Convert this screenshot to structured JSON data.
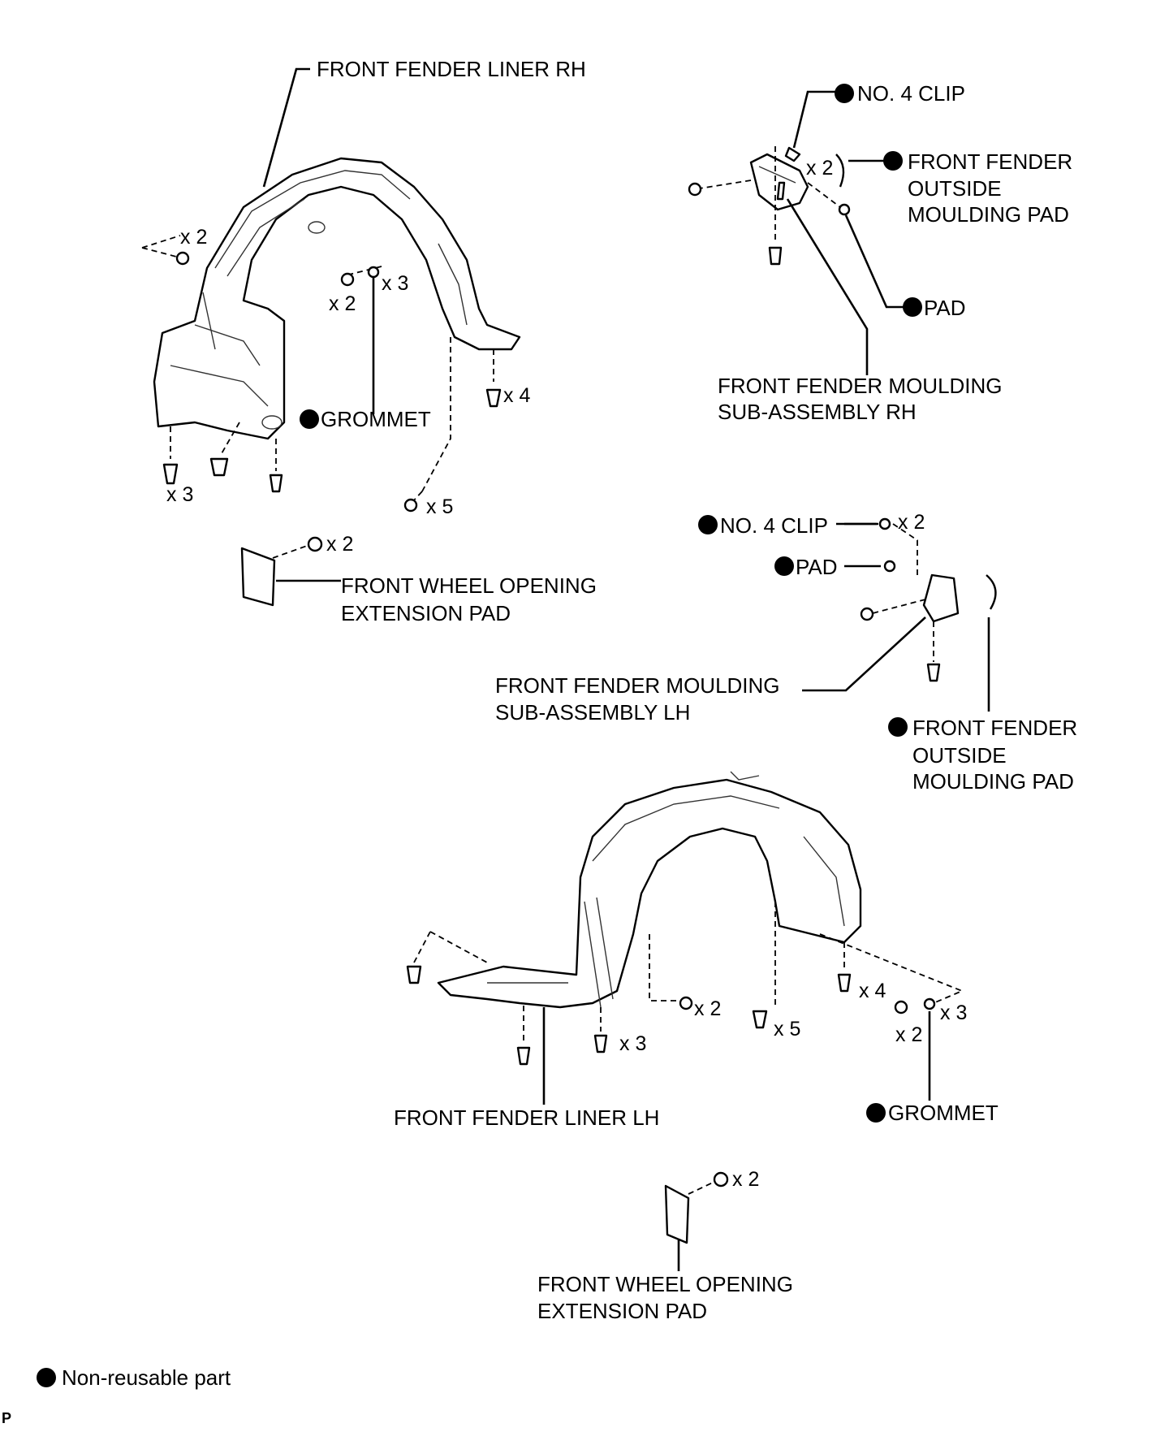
{
  "labels": {
    "liner_rh": "FRONT FENDER LINER RH",
    "liner_lh": "FRONT FENDER LINER LH",
    "clip_top": "NO. 4 CLIP",
    "clip_mid": "NO. 4 CLIP",
    "outside_pad_top": [
      "FRONT FENDER",
      "OUTSIDE",
      "MOULDING PAD"
    ],
    "outside_pad_mid": [
      "FRONT FENDER",
      "OUTSIDE",
      "MOULDING PAD"
    ],
    "pad_top": "PAD",
    "pad_mid": "PAD",
    "moulding_rh": [
      "FRONT FENDER MOULDING",
      "SUB-ASSEMBLY RH"
    ],
    "moulding_lh": [
      "FRONT FENDER MOULDING",
      "SUB-ASSEMBLY LH"
    ],
    "grommet_rh": "GROMMET",
    "grommet_lh": "GROMMET",
    "ext_pad_rh": [
      "FRONT WHEEL OPENING",
      "EXTENSION PAD"
    ],
    "ext_pad_lh": [
      "FRONT WHEEL OPENING",
      "EXTENSION PAD"
    ]
  },
  "quantities": {
    "rh_left_screw": "x 2",
    "rh_grommet_x3": "x 3",
    "rh_grommet_x2": "x 2",
    "rh_right_bolt": "x 4",
    "rh_bottom_bolt": "x 3",
    "rh_clip": "x 5",
    "rh_ext_screw": "x 2",
    "mould_rh_clip": "x 2",
    "mould_lh_clip": "x 2",
    "lh_mid_screw": "x 2",
    "lh_clip": "x 5",
    "lh_bolt_x4": "x 4",
    "lh_grommet_x3": "x 3",
    "lh_grommet_x2": "x 2",
    "lh_bolt_x3": "x 3",
    "lh_ext_screw": "x 2"
  },
  "legend": {
    "symbol": "filled-circle-icon",
    "text": "Non-reusable part"
  },
  "corner_mark": "P"
}
